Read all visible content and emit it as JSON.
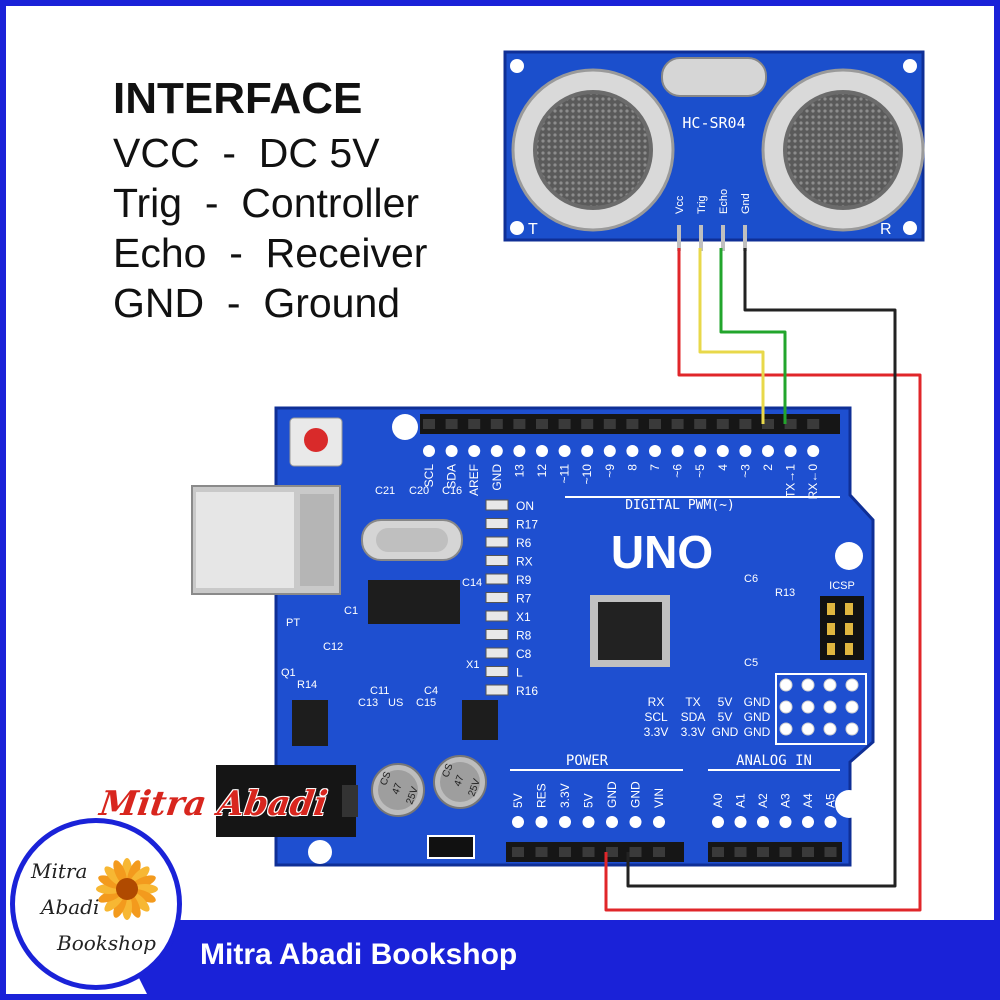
{
  "interface": {
    "title": "INTERFACE",
    "rows": [
      "VCC  -  DC 5V",
      "Trig  -  Controller",
      "Echo  -  Receiver",
      "GND  -  Ground"
    ]
  },
  "sensor": {
    "model": "HC-SR04",
    "pins": [
      "Vcc",
      "Trig",
      "Echo",
      "Gnd"
    ],
    "t_label": "T",
    "r_label": "R"
  },
  "board": {
    "name": "UNO",
    "digital_label": "DIGITAL PWM(~)",
    "power_label": "POWER",
    "analog_label": "ANALOG IN",
    "icsp_label": "ICSP",
    "top_labels": [
      "SCL",
      "SDA",
      "AREF",
      "GND",
      "13",
      "12",
      "~11",
      "~10",
      "~9",
      "8",
      "7",
      "~6",
      "~5",
      "4",
      "~3",
      "2",
      "TX→1",
      "RX←0"
    ],
    "power_pins": [
      "5V",
      "RES",
      "3.3V",
      "5V",
      "GND",
      "GND",
      "VIN"
    ],
    "analog_pins": [
      "A0",
      "A1",
      "A2",
      "A3",
      "A4",
      "A5"
    ],
    "side_labels": [
      "ON",
      "R17",
      "R6",
      "RX",
      "R9",
      "R7",
      "X1",
      "R8",
      "C8",
      "L",
      "R16"
    ],
    "caps_top": [
      "C21",
      "C20",
      "C16"
    ],
    "misc_labels": [
      "C14",
      "C6",
      "R13",
      "C5",
      "X1",
      "PT",
      "C12",
      "R14",
      "C11",
      "C4",
      "C13",
      "US",
      "C15",
      "C1",
      "Q1"
    ],
    "header_rows": [
      [
        "RX",
        "TX",
        "5V",
        "GND"
      ],
      [
        "SCL",
        "SDA",
        "5V",
        "GND"
      ],
      [
        "3.3V",
        "3.3V",
        "GND",
        "GND"
      ]
    ],
    "cap_text": [
      "CS",
      "47",
      "25V"
    ]
  },
  "watermark": "Mitra Abadi",
  "logo": {
    "lines": [
      "Mitra",
      "Abadi",
      "Bookshop"
    ]
  },
  "banner": {
    "text": "Mitra Abadi Bookshop"
  },
  "colors": {
    "frame": "#1a22d8",
    "board": "#1e4fd0",
    "wire_vcc": "#e0262a",
    "wire_trig": "#e8d84a",
    "wire_echo": "#22a52c",
    "wire_gnd": "#222222",
    "watermark": "#d8261e"
  }
}
